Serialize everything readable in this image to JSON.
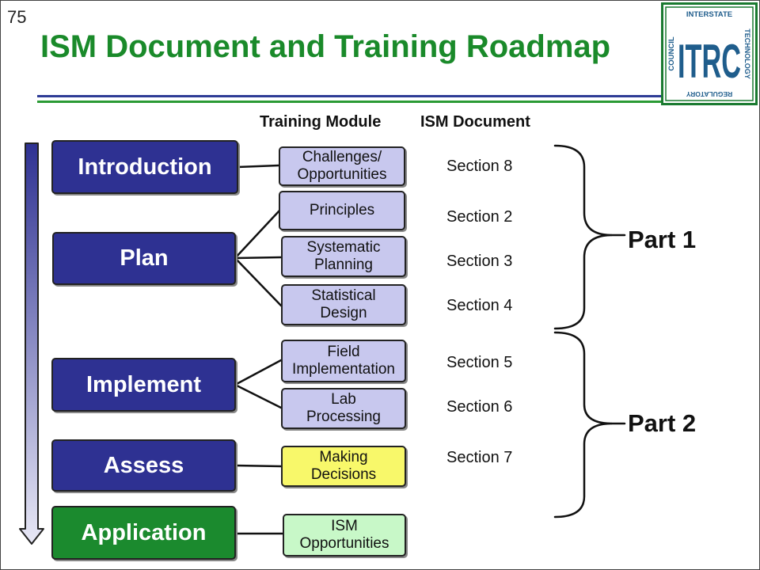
{
  "slide_number": "75",
  "title": "ISM Document and Training Roadmap",
  "logo": {
    "text": "ITRC",
    "top_text": "INTERSTATE",
    "bottom_text": "REGULATORY",
    "left_text": "COUNCIL",
    "right_text": "TECHNOLOGY",
    "border_color": "#1a7a30",
    "letter_color": "#1f5d8c"
  },
  "headers": {
    "training_module": "Training Module",
    "ism_document": "ISM Document"
  },
  "stages": [
    {
      "label": "Introduction",
      "color": "#2e3192"
    },
    {
      "label": "Plan",
      "color": "#2e3192"
    },
    {
      "label": "Implement",
      "color": "#2e3192"
    },
    {
      "label": "Assess",
      "color": "#2e3192"
    },
    {
      "label": "Application",
      "color": "#1b8a2e"
    }
  ],
  "modules": [
    {
      "line1": "Challenges/",
      "line2": "Opportunities",
      "color": "#c8c8ee"
    },
    {
      "line1": "Principles",
      "line2": "",
      "color": "#c8c8ee"
    },
    {
      "line1": "Systematic",
      "line2": "Planning",
      "color": "#c8c8ee"
    },
    {
      "line1": "Statistical",
      "line2": "Design",
      "color": "#c8c8ee"
    },
    {
      "line1": "Field",
      "line2": "Implementation",
      "color": "#c8c8ee"
    },
    {
      "line1": "Lab",
      "line2": "Processing",
      "color": "#c8c8ee"
    },
    {
      "line1": "Making",
      "line2": "Decisions",
      "color": "#f8f86a"
    },
    {
      "line1": "ISM",
      "line2": "Opportunities",
      "color": "#c8f8c8"
    }
  ],
  "sections": [
    "Section 8",
    "Section 2",
    "Section 3",
    "Section 4",
    "Section 5",
    "Section 6",
    "Section 7"
  ],
  "parts": [
    "Part 1",
    "Part 2"
  ]
}
